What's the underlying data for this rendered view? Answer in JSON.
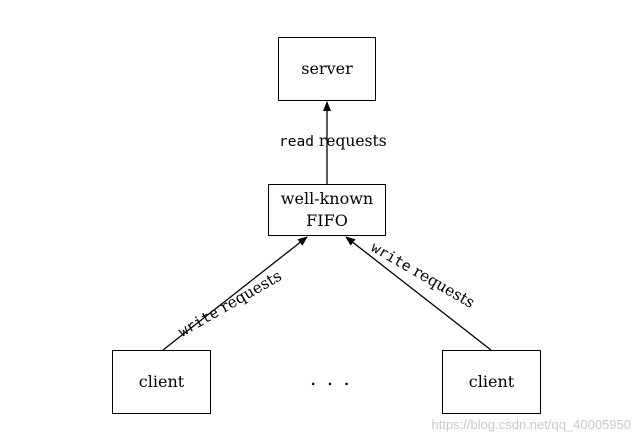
{
  "nodes": {
    "server": "server",
    "fifo_line1": "well-known",
    "fifo_line2": "FIFO",
    "client_left": "client",
    "client_right": "client",
    "ellipsis": ". . ."
  },
  "edges": {
    "read": {
      "keyword": "read",
      "text": "requests"
    },
    "write_left": {
      "keyword": "write",
      "text": "requests"
    },
    "write_right": {
      "keyword": "write",
      "text": "requests"
    }
  },
  "watermark": "https://blog.csdn.net/qq_40005950"
}
